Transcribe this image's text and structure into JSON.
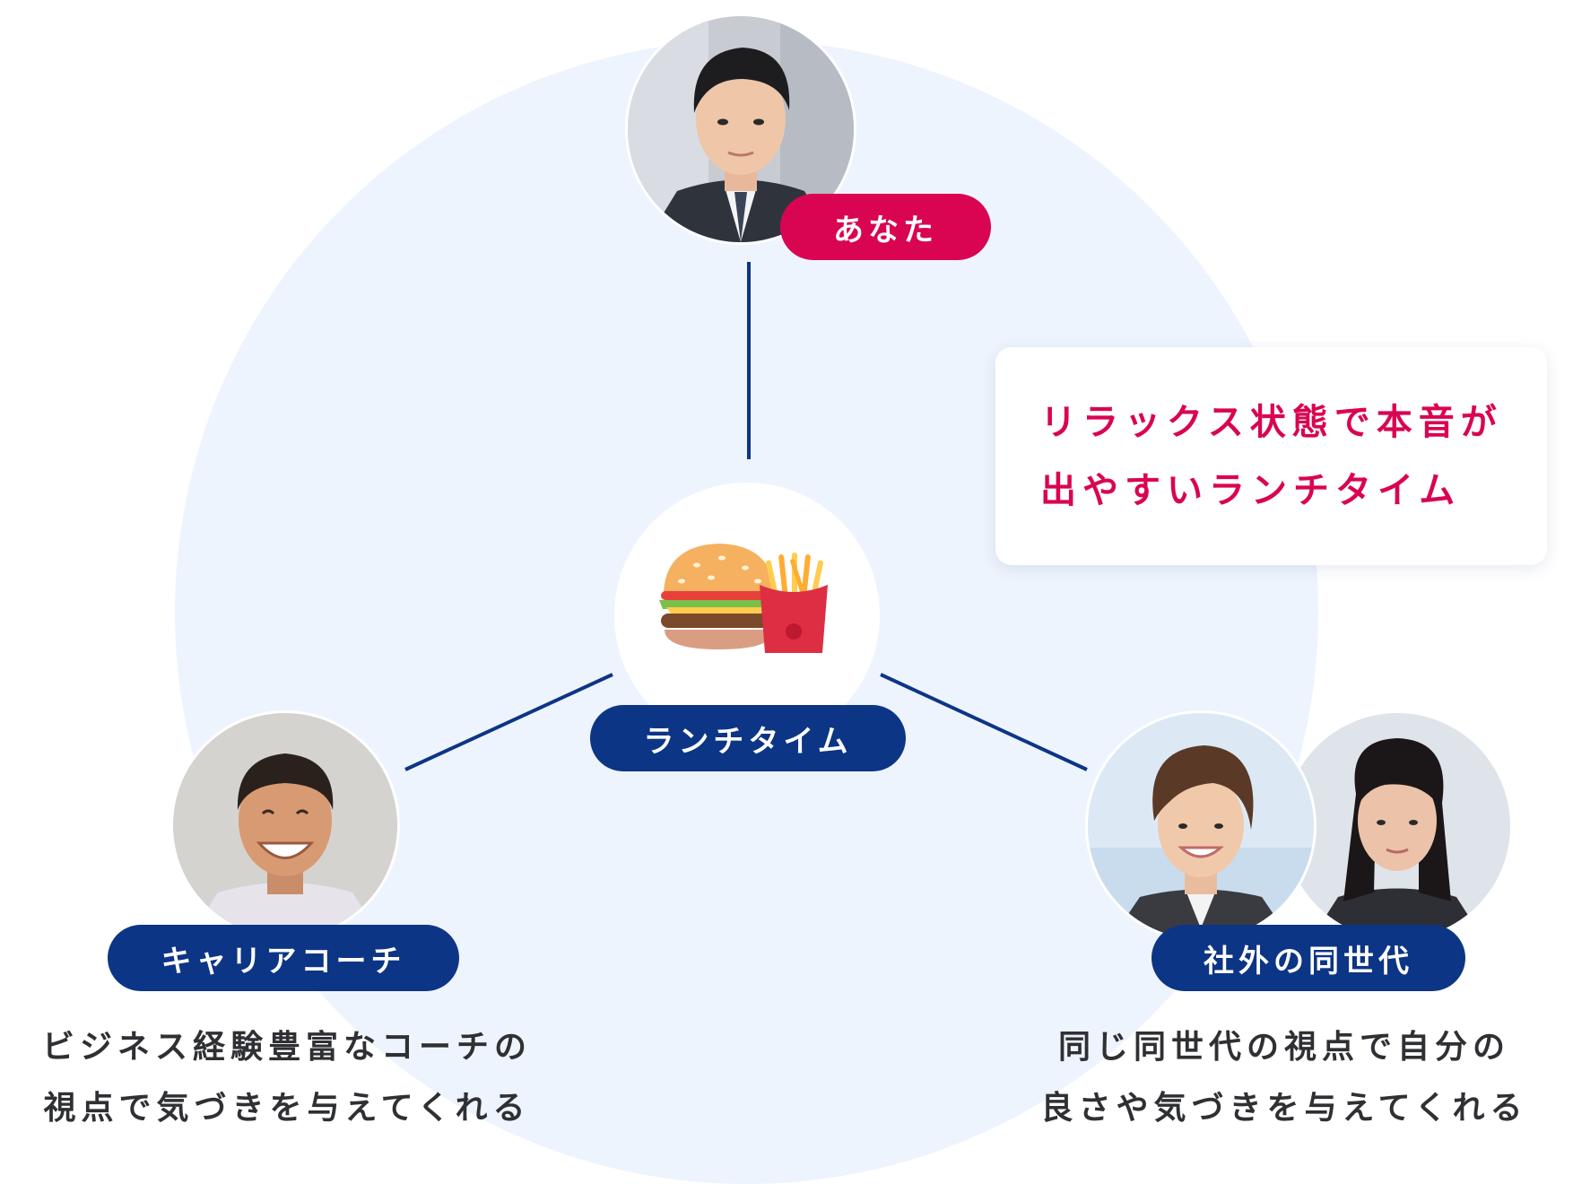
{
  "nodes": {
    "you": {
      "label": "あなた"
    },
    "center": {
      "label": "ランチタイム"
    },
    "coach": {
      "label": "キャリアコーチ",
      "description": [
        "ビジネス経験豊富なコーチの",
        "視点で気づきを与えてくれる"
      ]
    },
    "peers": {
      "label": "社外の同世代",
      "description": [
        "同じ同世代の視点で自分の",
        "良さや気づきを与えてくれる"
      ]
    }
  },
  "callout": {
    "lines": [
      "リラックス状態で本音が",
      "出やすいランチタイム"
    ]
  },
  "icons": {
    "center": "burger-and-fries-icon"
  },
  "colors": {
    "navy": "#0d3585",
    "accent_red": "#d90552",
    "background_circle": "#eef4fd",
    "text": "#2f3033"
  }
}
